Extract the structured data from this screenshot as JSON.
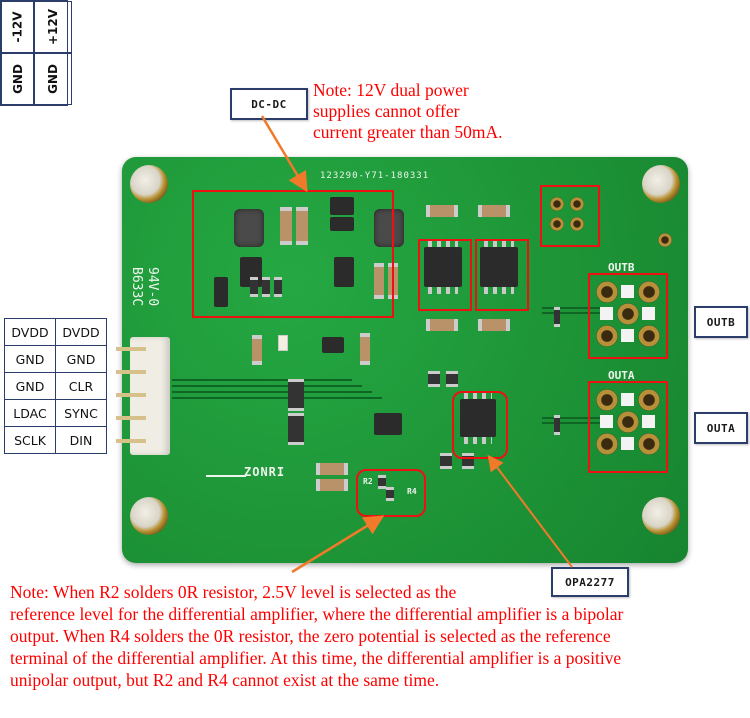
{
  "header": {
    "faint_title": ""
  },
  "callouts": {
    "dcdc": "DC-DC",
    "outb": "OUTB",
    "outa": "OUTA",
    "opamp": "OPA2277"
  },
  "notes": {
    "power_note_lines": [
      "Note: 12V dual power",
      "supplies cannot offer",
      "current greater than 50mA."
    ],
    "ref_note_lines": [
      "Note: When R2 solders 0R resistor, 2.5V level is selected as the",
      "reference level for the differential amplifier, where the differential amplifier is a bipolar",
      "output. When R4 solders the 0R resistor, the zero potential is selected as the reference",
      "terminal of the differential amplifier. At this time, the differential amplifier is a positive",
      "unipolar output, but R2 and R4 cannot exist at the same time."
    ]
  },
  "power_pins": {
    "top": [
      "-12V",
      "+12V"
    ],
    "bottom": [
      "GND",
      "GND"
    ]
  },
  "interface_pins": [
    [
      "DVDD",
      "DVDD"
    ],
    [
      "GND",
      "GND"
    ],
    [
      "GND",
      "CLR"
    ],
    [
      "LDAC",
      "SYNC"
    ],
    [
      "SCLK",
      "DIN"
    ]
  ],
  "board": {
    "serial": "123290-Y71-180331",
    "rating": "94V-0",
    "code": "B633C",
    "brand": "ZONRI",
    "label_outb": "OUTB",
    "label_outa": "OUTA",
    "label_r2": "R2",
    "label_r4": "R4"
  },
  "colors": {
    "note_red": "#ff0000",
    "highlight_red": "#ee1111",
    "arrow_orange": "#f07a2a",
    "callout_border": "#2a3d6b",
    "pcb_green": "#1f9a3a"
  }
}
